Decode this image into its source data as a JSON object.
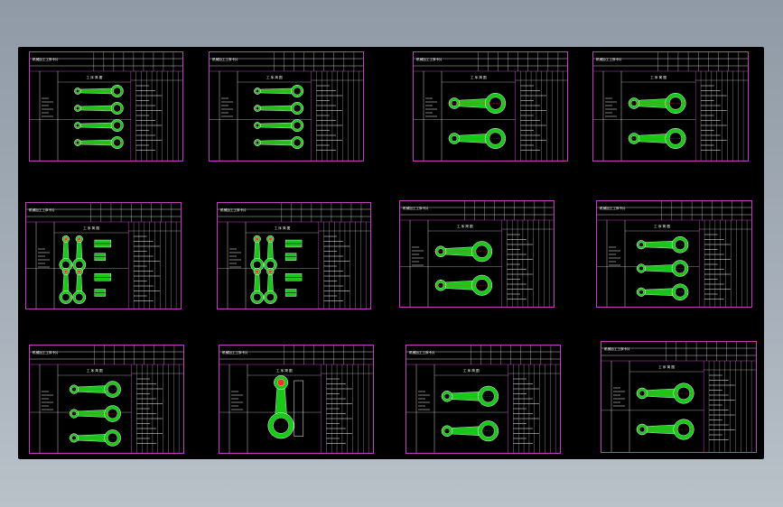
{
  "colors": {
    "background": "#a3acb7",
    "viewport": "#000000",
    "frame": "#c040c0",
    "grid": "#ffffff",
    "part": "#19c819",
    "outline": "#ffffff",
    "accent": "#ff2a2a",
    "label": "#ffffff"
  },
  "viewport": {
    "label": "model-space"
  },
  "sheets": [
    {
      "id": 1,
      "variant": "dual-small",
      "title": "机械加工工序卡片",
      "column_header": "工 序 简 图"
    },
    {
      "id": 2,
      "variant": "dual-small",
      "title": "机械加工工序卡片",
      "column_header": "工 序 简 图"
    },
    {
      "id": 3,
      "variant": "dual-large",
      "title": "机械加工工序卡片",
      "column_header": "工 序 简 图"
    },
    {
      "id": 4,
      "variant": "dual-large",
      "title": "机械加工工序卡片",
      "column_header": "工 序 简 图"
    },
    {
      "id": 5,
      "variant": "vertical-multi",
      "title": "机械加工工序卡片",
      "column_header": "工 序 简 图"
    },
    {
      "id": 6,
      "variant": "vertical-multi",
      "title": "机械加工工序卡片",
      "column_header": "工 序 简 图"
    },
    {
      "id": 7,
      "variant": "dual-large",
      "title": "机械加工工序卡片",
      "column_header": "工 序 简 图"
    },
    {
      "id": 8,
      "variant": "triple",
      "title": "机械加工工序卡片",
      "column_header": "工 序 简 图"
    },
    {
      "id": 9,
      "variant": "triple",
      "title": "机械加工工序卡片",
      "column_header": "工 序 简 图"
    },
    {
      "id": 10,
      "variant": "single-vertical",
      "title": "机械加工工序卡片",
      "column_header": "工 序 简 图"
    },
    {
      "id": 11,
      "variant": "dual-large",
      "title": "机械加工工序卡片",
      "column_header": "工 序 简 图"
    },
    {
      "id": 12,
      "variant": "dual-large",
      "title": "机械加工工序卡片",
      "column_header": "工 序 简 图"
    }
  ]
}
